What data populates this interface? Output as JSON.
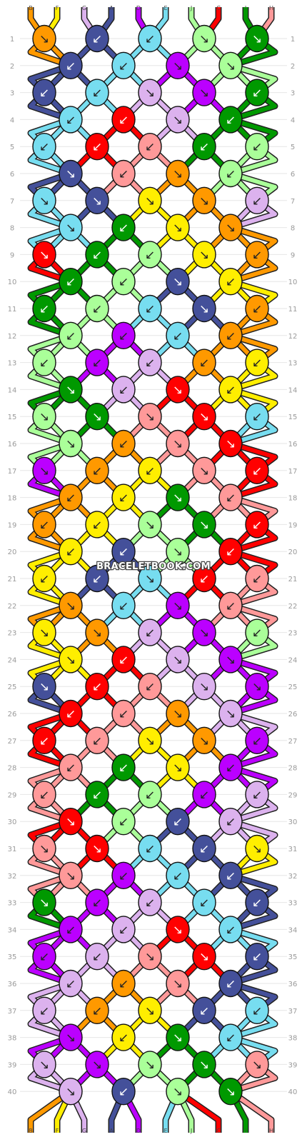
{
  "watermark": "BRACELETBOOK.COM",
  "colors": {
    "B": "#ff9900",
    "F": "#ffee00",
    "G": "#dcb2ee",
    "A": "#44509a",
    "D": "#bb00ff",
    "E": "#77ddf0",
    "J": "#aaff99",
    "C": "#ff0000",
    "I": "#009900",
    "H": "#ff9999"
  },
  "strings_top": [
    "B",
    "F",
    "G",
    "A",
    "D",
    "E",
    "J",
    "C",
    "I",
    "H"
  ],
  "strings_bottom": [
    "B",
    "F",
    "G",
    "A",
    "D",
    "E",
    "J",
    "C",
    "I",
    "H"
  ],
  "rows": [
    {
      "num": "1",
      "knots": [
        {
          "c": "B",
          "a": "↘"
        },
        {
          "c": "A",
          "a": "↙"
        },
        {
          "c": "E",
          "a": "↙"
        },
        {
          "c": "J",
          "a": "↘"
        },
        {
          "c": "I",
          "a": "↘"
        }
      ]
    },
    {
      "num": "2",
      "knots": [
        {
          "c": "A",
          "a": "↙"
        },
        {
          "c": "E",
          "a": "↙"
        },
        {
          "c": "D",
          "a": "↘"
        },
        {
          "c": "J",
          "a": "↘"
        }
      ]
    },
    {
      "num": "3",
      "knots": [
        {
          "c": "A",
          "a": "↙"
        },
        {
          "c": "E",
          "a": "↙"
        },
        {
          "c": "G",
          "a": "↘"
        },
        {
          "c": "D",
          "a": "↘"
        },
        {
          "c": "I",
          "a": "↙"
        }
      ]
    },
    {
      "num": "4",
      "knots": [
        {
          "c": "E",
          "a": "↙"
        },
        {
          "c": "C",
          "a": "↙"
        },
        {
          "c": "G",
          "a": "↘"
        },
        {
          "c": "I",
          "a": "↙"
        }
      ]
    },
    {
      "num": "5",
      "knots": [
        {
          "c": "E",
          "a": "↙"
        },
        {
          "c": "C",
          "a": "↙"
        },
        {
          "c": "H",
          "a": "↙"
        },
        {
          "c": "I",
          "a": "↙"
        },
        {
          "c": "J",
          "a": "↙"
        }
      ]
    },
    {
      "num": "6",
      "knots": [
        {
          "c": "A",
          "a": "↘"
        },
        {
          "c": "H",
          "a": "↙"
        },
        {
          "c": "B",
          "a": "↘"
        },
        {
          "c": "J",
          "a": "↙"
        }
      ]
    },
    {
      "num": "7",
      "knots": [
        {
          "c": "E",
          "a": "↘"
        },
        {
          "c": "A",
          "a": "↘"
        },
        {
          "c": "F",
          "a": "↘"
        },
        {
          "c": "B",
          "a": "↘"
        },
        {
          "c": "G",
          "a": "↙"
        }
      ]
    },
    {
      "num": "8",
      "knots": [
        {
          "c": "E",
          "a": "↘"
        },
        {
          "c": "I",
          "a": "↙"
        },
        {
          "c": "F",
          "a": "↘"
        },
        {
          "c": "B",
          "a": "↘"
        }
      ]
    },
    {
      "num": "9",
      "knots": [
        {
          "c": "C",
          "a": "↘"
        },
        {
          "c": "I",
          "a": "↙"
        },
        {
          "c": "J",
          "a": "↙"
        },
        {
          "c": "F",
          "a": "↘"
        },
        {
          "c": "B",
          "a": "↙"
        }
      ]
    },
    {
      "num": "10",
      "knots": [
        {
          "c": "I",
          "a": "↙"
        },
        {
          "c": "J",
          "a": "↙"
        },
        {
          "c": "A",
          "a": "↘"
        },
        {
          "c": "F",
          "a": "↙"
        }
      ]
    },
    {
      "num": "11",
      "knots": [
        {
          "c": "I",
          "a": "↙"
        },
        {
          "c": "J",
          "a": "↙"
        },
        {
          "c": "E",
          "a": "↙"
        },
        {
          "c": "A",
          "a": "↘"
        },
        {
          "c": "B",
          "a": "↙"
        }
      ]
    },
    {
      "num": "12",
      "knots": [
        {
          "c": "J",
          "a": "↙"
        },
        {
          "c": "D",
          "a": "↙"
        },
        {
          "c": "E",
          "a": "↙"
        },
        {
          "c": "B",
          "a": "↙"
        }
      ]
    },
    {
      "num": "13",
      "knots": [
        {
          "c": "J",
          "a": "↙"
        },
        {
          "c": "D",
          "a": "↙"
        },
        {
          "c": "G",
          "a": "↙"
        },
        {
          "c": "B",
          "a": "↙"
        },
        {
          "c": "F",
          "a": "↙"
        }
      ]
    },
    {
      "num": "14",
      "knots": [
        {
          "c": "I",
          "a": "↘"
        },
        {
          "c": "G",
          "a": "↙"
        },
        {
          "c": "C",
          "a": "↘"
        },
        {
          "c": "F",
          "a": "↙"
        }
      ]
    },
    {
      "num": "15",
      "knots": [
        {
          "c": "J",
          "a": "↘"
        },
        {
          "c": "I",
          "a": "↘"
        },
        {
          "c": "H",
          "a": "↘"
        },
        {
          "c": "C",
          "a": "↘"
        },
        {
          "c": "E",
          "a": "↙"
        }
      ]
    },
    {
      "num": "16",
      "knots": [
        {
          "c": "J",
          "a": "↘"
        },
        {
          "c": "B",
          "a": "↙"
        },
        {
          "c": "H",
          "a": "↘"
        },
        {
          "c": "C",
          "a": "↘"
        }
      ]
    },
    {
      "num": "17",
      "knots": [
        {
          "c": "D",
          "a": "↘"
        },
        {
          "c": "B",
          "a": "↙"
        },
        {
          "c": "F",
          "a": "↙"
        },
        {
          "c": "H",
          "a": "↘"
        },
        {
          "c": "C",
          "a": "↙"
        }
      ]
    },
    {
      "num": "18",
      "knots": [
        {
          "c": "B",
          "a": "↙"
        },
        {
          "c": "F",
          "a": "↙"
        },
        {
          "c": "I",
          "a": "↘"
        },
        {
          "c": "H",
          "a": "↙"
        }
      ]
    },
    {
      "num": "19",
      "knots": [
        {
          "c": "B",
          "a": "↙"
        },
        {
          "c": "F",
          "a": "↙"
        },
        {
          "c": "J",
          "a": "↘"
        },
        {
          "c": "I",
          "a": "↘"
        },
        {
          "c": "C",
          "a": "↙"
        }
      ]
    },
    {
      "num": "20",
      "knots": [
        {
          "c": "F",
          "a": "↙"
        },
        {
          "c": "A",
          "a": "↙"
        },
        {
          "c": "J",
          "a": "↘"
        },
        {
          "c": "C",
          "a": "↙"
        }
      ]
    },
    {
      "num": "21",
      "knots": [
        {
          "c": "F",
          "a": "↙"
        },
        {
          "c": "A",
          "a": "↙"
        },
        {
          "c": "E",
          "a": "↘"
        },
        {
          "c": "C",
          "a": "↙"
        },
        {
          "c": "H",
          "a": "↙"
        }
      ]
    },
    {
      "num": "22",
      "knots": [
        {
          "c": "B",
          "a": "↘"
        },
        {
          "c": "E",
          "a": "↙"
        },
        {
          "c": "D",
          "a": "↘"
        },
        {
          "c": "H",
          "a": "↙"
        }
      ]
    },
    {
      "num": "23",
      "knots": [
        {
          "c": "F",
          "a": "↘"
        },
        {
          "c": "B",
          "a": "↘"
        },
        {
          "c": "G",
          "a": "↙"
        },
        {
          "c": "D",
          "a": "↘"
        },
        {
          "c": "J",
          "a": "↙"
        }
      ]
    },
    {
      "num": "24",
      "knots": [
        {
          "c": "F",
          "a": "↘"
        },
        {
          "c": "C",
          "a": "↙"
        },
        {
          "c": "G",
          "a": "↘"
        },
        {
          "c": "D",
          "a": "↘"
        }
      ]
    },
    {
      "num": "25",
      "knots": [
        {
          "c": "A",
          "a": "↘"
        },
        {
          "c": "C",
          "a": "↙"
        },
        {
          "c": "H",
          "a": "↙"
        },
        {
          "c": "G",
          "a": "↘"
        },
        {
          "c": "D",
          "a": "↘"
        }
      ]
    },
    {
      "num": "26",
      "knots": [
        {
          "c": "C",
          "a": "↙"
        },
        {
          "c": "H",
          "a": "↙"
        },
        {
          "c": "B",
          "a": "↘"
        },
        {
          "c": "G",
          "a": "↘"
        }
      ]
    },
    {
      "num": "27",
      "knots": [
        {
          "c": "C",
          "a": "↙"
        },
        {
          "c": "H",
          "a": "↙"
        },
        {
          "c": "F",
          "a": "↘"
        },
        {
          "c": "B",
          "a": "↘"
        },
        {
          "c": "D",
          "a": "↙"
        }
      ]
    },
    {
      "num": "28",
      "knots": [
        {
          "c": "H",
          "a": "↙"
        },
        {
          "c": "I",
          "a": "↙"
        },
        {
          "c": "F",
          "a": "↘"
        },
        {
          "c": "D",
          "a": "↙"
        }
      ]
    },
    {
      "num": "29",
      "knots": [
        {
          "c": "H",
          "a": "↙"
        },
        {
          "c": "I",
          "a": "↙"
        },
        {
          "c": "J",
          "a": "↙"
        },
        {
          "c": "D",
          "a": "↙"
        },
        {
          "c": "G",
          "a": "↙"
        }
      ]
    },
    {
      "num": "30",
      "knots": [
        {
          "c": "C",
          "a": "↘"
        },
        {
          "c": "J",
          "a": "↙"
        },
        {
          "c": "A",
          "a": "↙"
        },
        {
          "c": "G",
          "a": "↙"
        }
      ]
    },
    {
      "num": "31",
      "knots": [
        {
          "c": "H",
          "a": "↘"
        },
        {
          "c": "C",
          "a": "↘"
        },
        {
          "c": "E",
          "a": "↙"
        },
        {
          "c": "A",
          "a": "↙"
        },
        {
          "c": "F",
          "a": "↘"
        }
      ]
    },
    {
      "num": "32",
      "knots": [
        {
          "c": "H",
          "a": "↘"
        },
        {
          "c": "D",
          "a": "↙"
        },
        {
          "c": "E",
          "a": "↙"
        },
        {
          "c": "A",
          "a": "↙"
        }
      ]
    },
    {
      "num": "33",
      "knots": [
        {
          "c": "I",
          "a": "↘"
        },
        {
          "c": "D",
          "a": "↙"
        },
        {
          "c": "G",
          "a": "↙"
        },
        {
          "c": "E",
          "a": "↙"
        },
        {
          "c": "A",
          "a": "↙"
        }
      ]
    },
    {
      "num": "34",
      "knots": [
        {
          "c": "D",
          "a": "↙"
        },
        {
          "c": "G",
          "a": "↙"
        },
        {
          "c": "C",
          "a": "↘"
        },
        {
          "c": "E",
          "a": "↙"
        }
      ]
    },
    {
      "num": "35",
      "knots": [
        {
          "c": "D",
          "a": "↙"
        },
        {
          "c": "G",
          "a": "↙"
        },
        {
          "c": "H",
          "a": "↘"
        },
        {
          "c": "C",
          "a": "↘"
        },
        {
          "c": "A",
          "a": "↙"
        }
      ]
    },
    {
      "num": "36",
      "knots": [
        {
          "c": "G",
          "a": "↙"
        },
        {
          "c": "B",
          "a": "↙"
        },
        {
          "c": "H",
          "a": "↘"
        },
        {
          "c": "A",
          "a": "↙"
        }
      ]
    },
    {
      "num": "37",
      "knots": [
        {
          "c": "G",
          "a": "↙"
        },
        {
          "c": "B",
          "a": "↙"
        },
        {
          "c": "F",
          "a": "↘"
        },
        {
          "c": "A",
          "a": "↙"
        },
        {
          "c": "E",
          "a": "↙"
        }
      ]
    },
    {
      "num": "38",
      "knots": [
        {
          "c": "D",
          "a": "↘"
        },
        {
          "c": "F",
          "a": "↙"
        },
        {
          "c": "I",
          "a": "↘"
        },
        {
          "c": "E",
          "a": "↙"
        }
      ]
    },
    {
      "num": "39",
      "knots": [
        {
          "c": "G",
          "a": "↘"
        },
        {
          "c": "D",
          "a": "↘"
        },
        {
          "c": "J",
          "a": "↘"
        },
        {
          "c": "I",
          "a": "↘"
        },
        {
          "c": "H",
          "a": "↘"
        }
      ]
    },
    {
      "num": "40",
      "knots": [
        {
          "c": "G",
          "a": "↘"
        },
        {
          "c": "A",
          "a": "↙"
        },
        {
          "c": "J",
          "a": "↘"
        },
        {
          "c": "I",
          "a": "↘"
        }
      ]
    }
  ]
}
